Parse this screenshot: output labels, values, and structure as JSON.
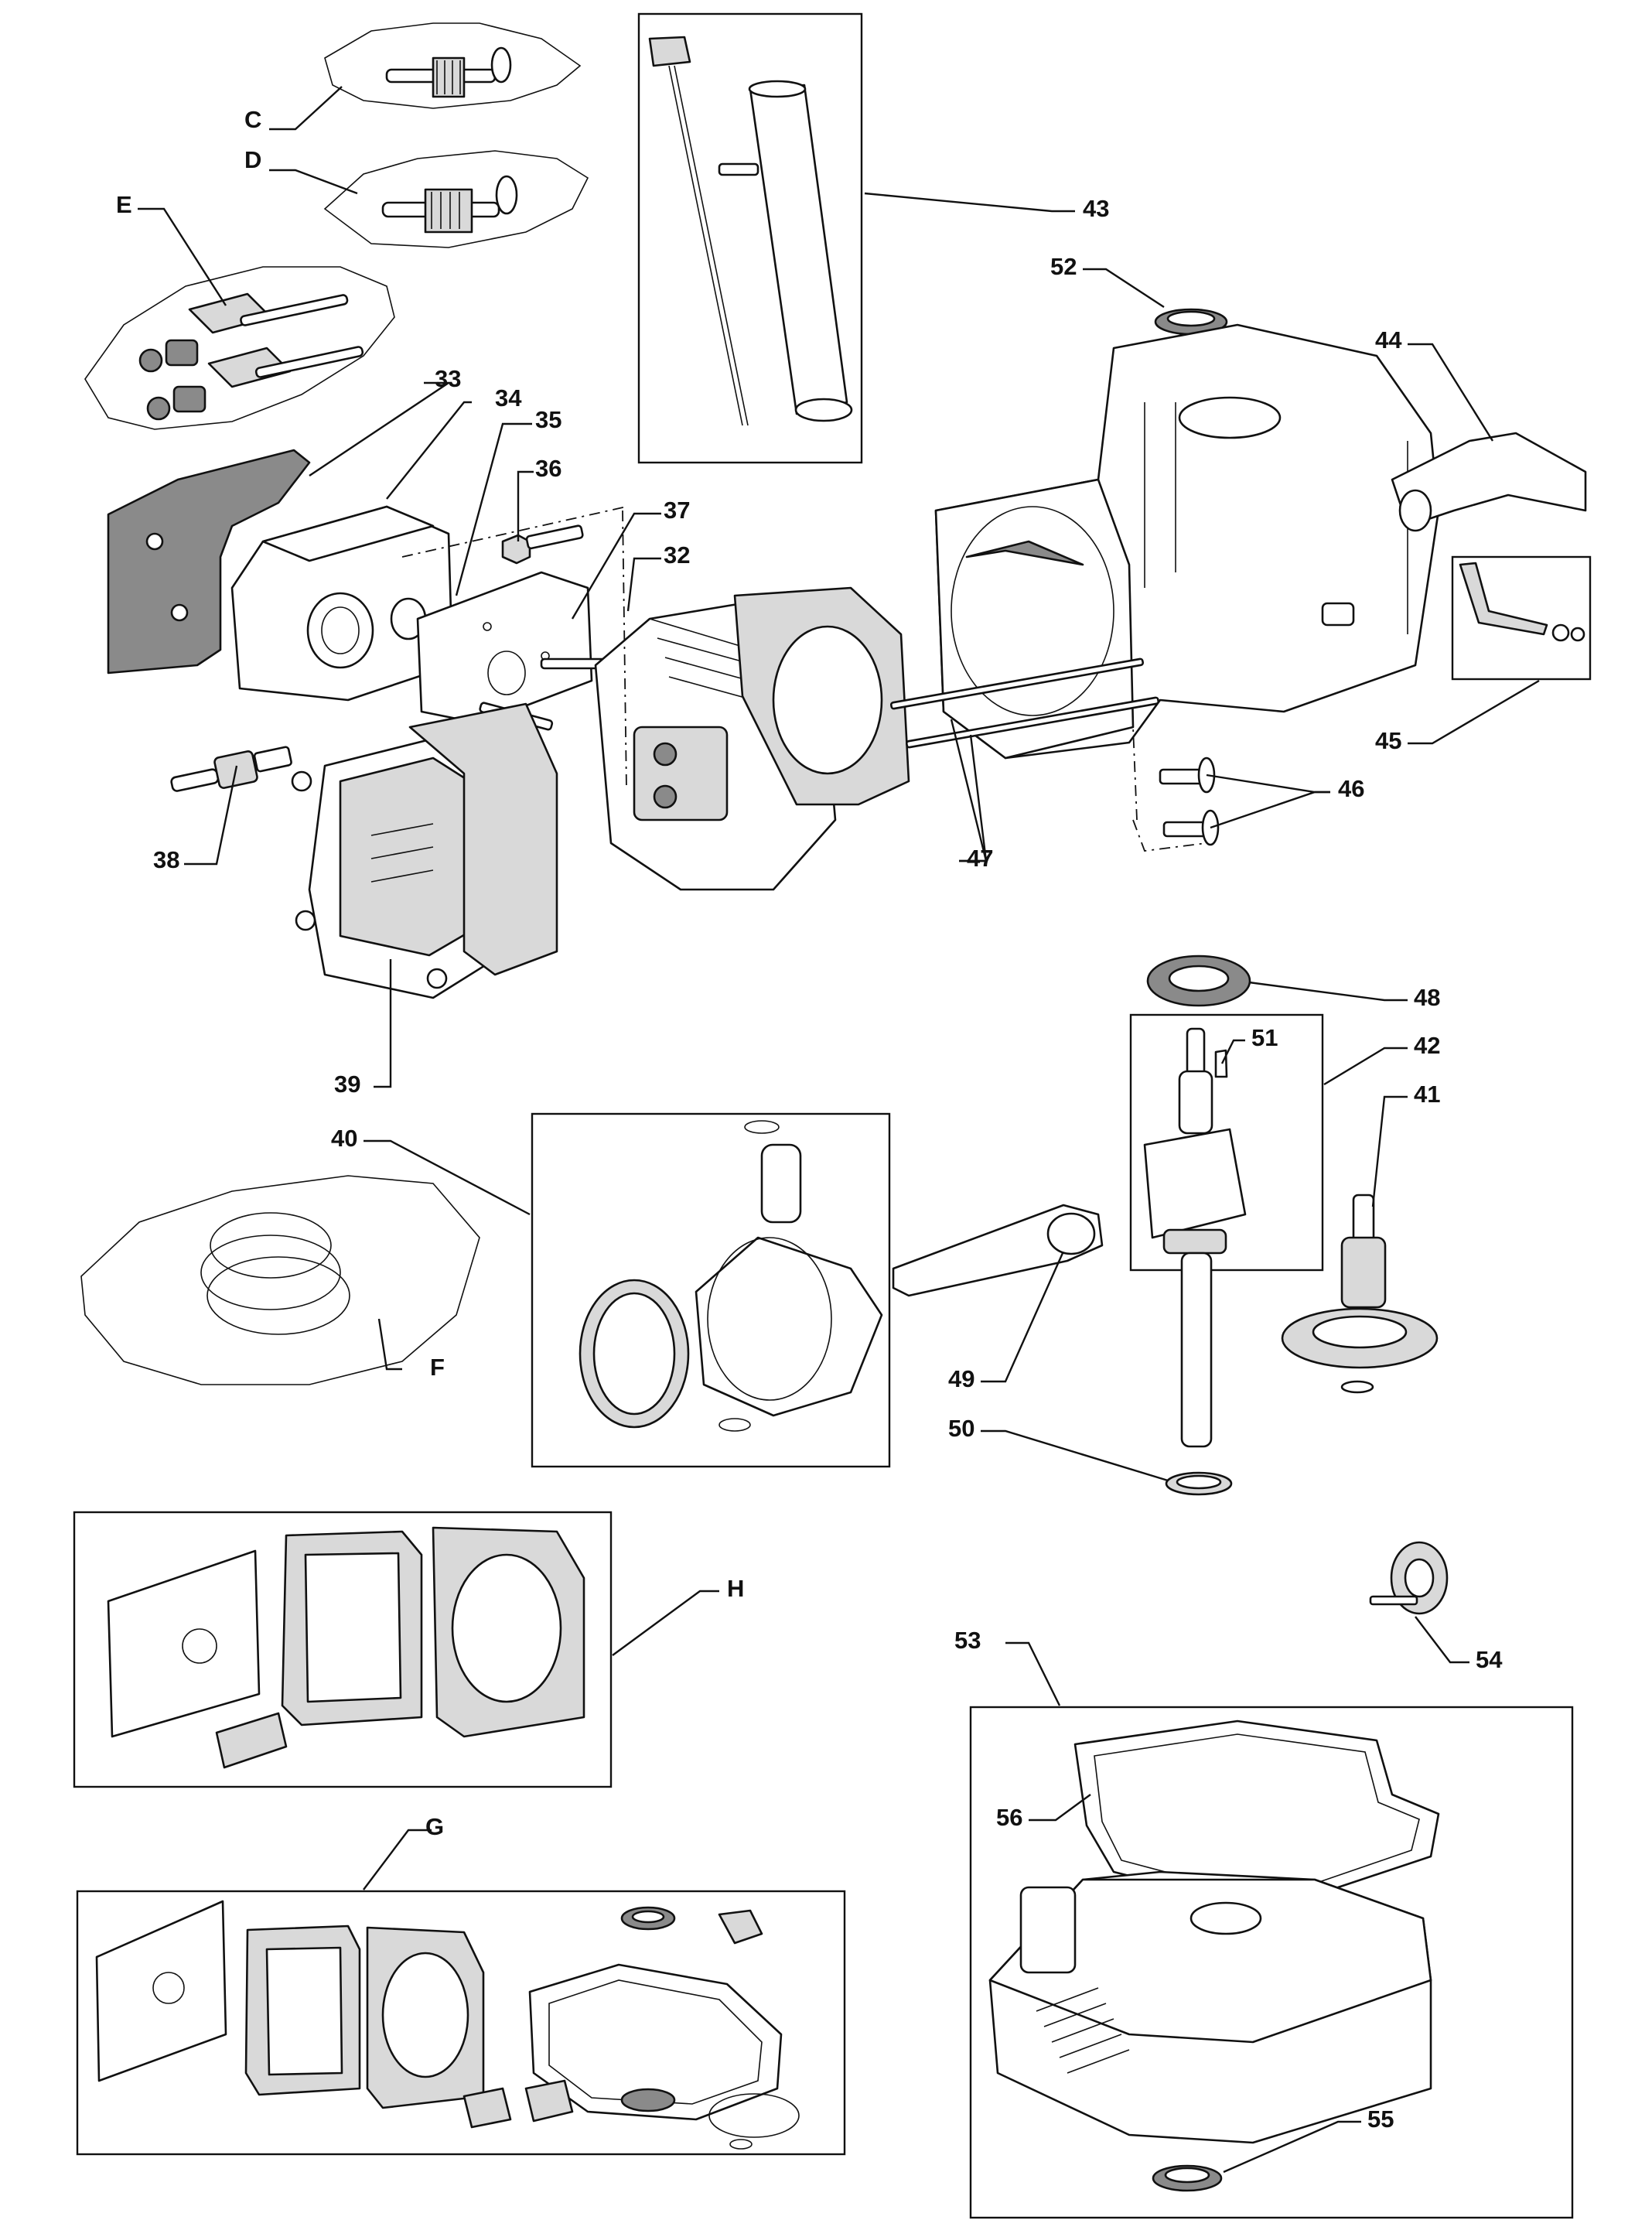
{
  "diagram": {
    "type": "exploded parts diagram",
    "callouts": [
      "C",
      "D",
      "E",
      "33",
      "34",
      "35",
      "36",
      "37",
      "32",
      "38",
      "39",
      "40",
      "F",
      "43",
      "52",
      "44",
      "45",
      "46",
      "47",
      "48",
      "42",
      "51",
      "41",
      "49",
      "50",
      "H",
      "G",
      "54",
      "53",
      "56",
      "55"
    ]
  }
}
